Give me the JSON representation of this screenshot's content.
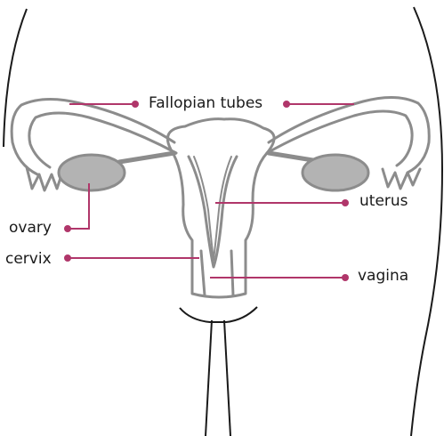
{
  "labels": {
    "fallopian_tubes": "Fallopian tubes",
    "ovary": "ovary",
    "cervix": "cervix",
    "uterus": "uterus",
    "vagina": "vagina"
  },
  "colors": {
    "leader": "#b0366a",
    "outline": "#8c8c8c",
    "ovary_fill": "#b3b3b3",
    "text": "#1a1a1a",
    "background": "#ffffff"
  }
}
